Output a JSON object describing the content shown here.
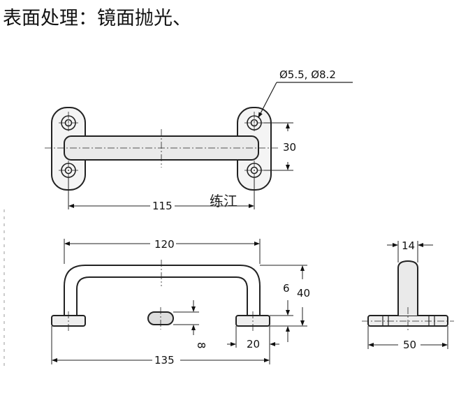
{
  "title": "表面处理：镜面抛光、",
  "watermark": "练江",
  "dimensions": {
    "hole_spec": "Ø5.5, Ø8.2",
    "hole_spacing_vertical": "30",
    "hole_spacing_horizontal": "115",
    "inner_width": "120",
    "step_height": "6",
    "total_height": "40",
    "slot_width": "8",
    "foot_length": "20",
    "overall_length": "135",
    "handle_width": "14",
    "base_width": "50"
  }
}
